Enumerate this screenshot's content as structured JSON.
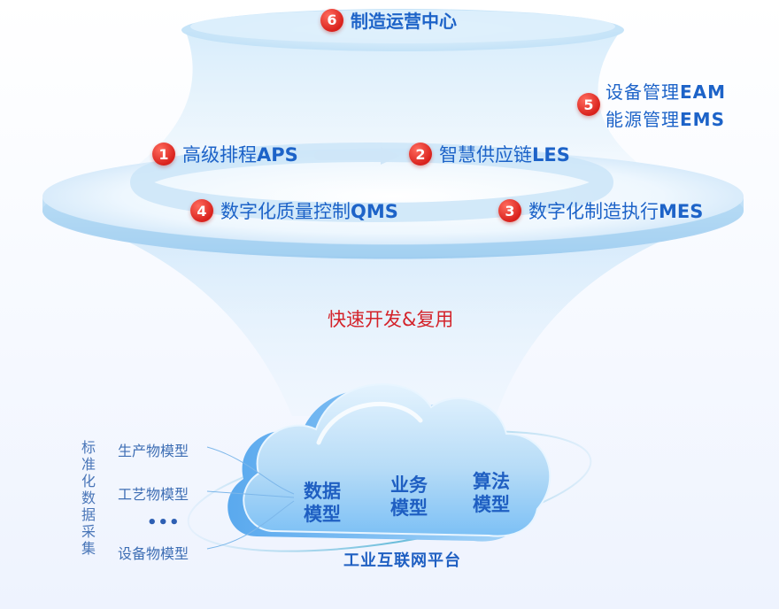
{
  "colors": {
    "text_blue": "#1d63c8",
    "badge_red": "#d9221d",
    "reuse_red": "#d4232a",
    "ring_light": "#d7ecfb",
    "cloud_blue": "#7cc0f5"
  },
  "top": {
    "num": "6",
    "title": "制造运营中心"
  },
  "modules": [
    {
      "num": "1",
      "cn": "高级排程",
      "en": "APS"
    },
    {
      "num": "2",
      "cn": "智慧供应链",
      "en": "LES"
    },
    {
      "num": "3",
      "cn": "数字化制造执行",
      "en": "MES"
    },
    {
      "num": "4",
      "cn": "数字化质量控制",
      "en": "QMS"
    }
  ],
  "module5": {
    "num": "5",
    "line1_cn": "设备管理",
    "line1_en": "EAM",
    "line2_cn": "能源管理",
    "line2_en": "EMS"
  },
  "reuse": "快速开发&复用",
  "cloud": {
    "models": [
      "数据\n模型",
      "业务\n模型",
      "算法\n模型"
    ],
    "platform": "工业互联网平台"
  },
  "collection": {
    "label": "标准化数据采集",
    "models": [
      "生产物模型",
      "工艺物模型",
      "设备物模型"
    ],
    "ellipsis": "•••"
  }
}
